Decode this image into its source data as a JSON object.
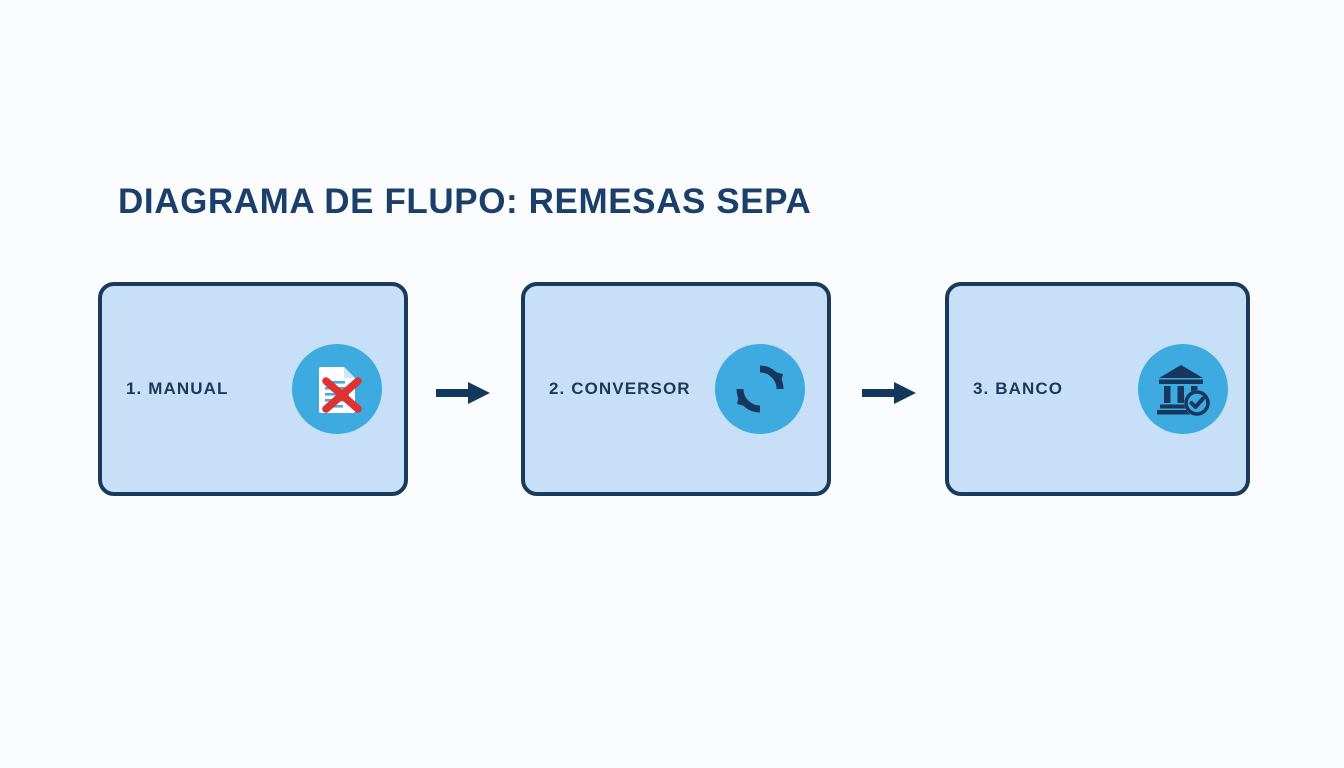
{
  "title": "DIAGRAMA DE FLUPO: REMESAS SEPA",
  "colors": {
    "background": "#fbfcfe",
    "navy": "#1a3a5c",
    "title_navy": "#1a3f6b",
    "box_fill": "#c8e0f7",
    "icon_circle_blue": "#3daae0",
    "accent_red": "#e03131",
    "icon_white": "#ffffff"
  },
  "flow": {
    "steps": [
      {
        "label": "1. MANUAL",
        "icon": "document-cancelled-icon"
      },
      {
        "label": "2. CONVERSOR",
        "icon": "refresh-sync-icon"
      },
      {
        "label": "3. BANCO",
        "icon": "bank-verified-icon"
      }
    ],
    "arrows": [
      {
        "icon": "arrow-right-icon"
      },
      {
        "icon": "arrow-right-icon"
      }
    ]
  }
}
